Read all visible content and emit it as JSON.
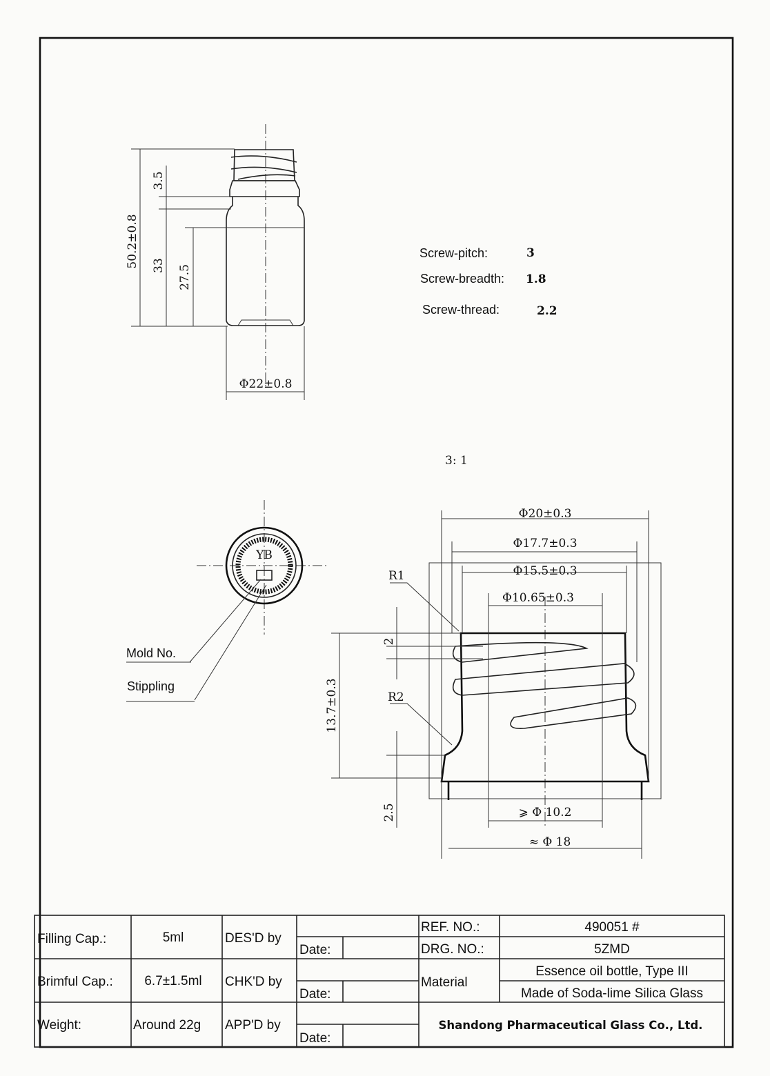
{
  "drawing": {
    "scale_label": "3: 1",
    "side_view_dims": {
      "overall_height": "50.2±0.8",
      "h33": "33",
      "h27_5": "27.5",
      "h3_5": "3.5",
      "body_diameter": "Φ22±0.8"
    },
    "neck_dims": {
      "d1": "Φ20±0.3",
      "d2": "Φ17.7±0.3",
      "d3": "Φ15.5±0.3",
      "d4": "Φ10.65±0.3",
      "bore": "⩾ Φ 10.2",
      "base": "≈ Φ 18",
      "height": "13.7±0.3",
      "thread_h": "2",
      "lip_h": "2.5",
      "r1": "R1",
      "r2": "R2"
    },
    "top_view": {
      "mark": "YB",
      "mold_label": "Mold No.",
      "stippling_label": "Stippling"
    },
    "specs": [
      {
        "label": "Screw-pitch:",
        "value": "3"
      },
      {
        "label": "Screw-breadth:",
        "value": "1.8"
      },
      {
        "label": "Screw-thread:",
        "value": "2.2"
      }
    ]
  },
  "title_block": {
    "filling_label": "Filling Cap.:",
    "filling_value": "5ml",
    "brimful_label": "Brimful Cap.:",
    "brimful_value": "6.7±1.5ml",
    "weight_label": "Weight:",
    "weight_value": "Around 22g",
    "desd": "DES'D by",
    "chkd": "CHK'D by",
    "appd": "APP'D by",
    "date": "Date:",
    "ref_label": "REF. NO.:",
    "ref_value": "490051 #",
    "drg_label": "DRG. NO.:",
    "drg_value": "5ZMD",
    "material_label": "Material",
    "material_1": "Essence oil bottle, Type III",
    "material_2": "Made of Soda-lime Silica Glass",
    "company": "Shandong Pharmaceutical Glass Co., Ltd."
  }
}
